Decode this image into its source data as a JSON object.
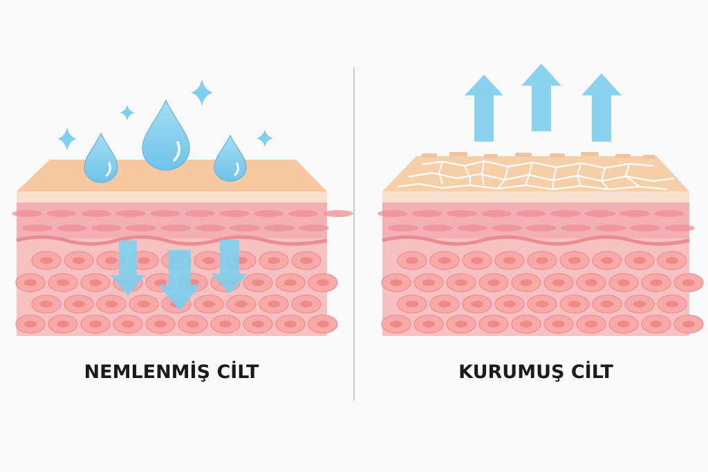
{
  "panels": {
    "left": {
      "label": "NEMLENMİŞ CİLT"
    },
    "right": {
      "label": "KURUMUŞ CİLT"
    }
  },
  "icons": {
    "left": [
      "water-drop-icon",
      "sparkle-icon",
      "arrow-down-icon"
    ],
    "right": [
      "arrow-up-icon",
      "cracked-skin-surface"
    ]
  },
  "colors": {
    "water": "#7fcfee",
    "epidermis": "#f8c9a0",
    "epidermis_dry": "#f5cfa8",
    "dermis": "#f6b3b5",
    "cell": "#f7aaa8",
    "nucleus": "#ee8a8d",
    "background": "#fbfafb"
  }
}
